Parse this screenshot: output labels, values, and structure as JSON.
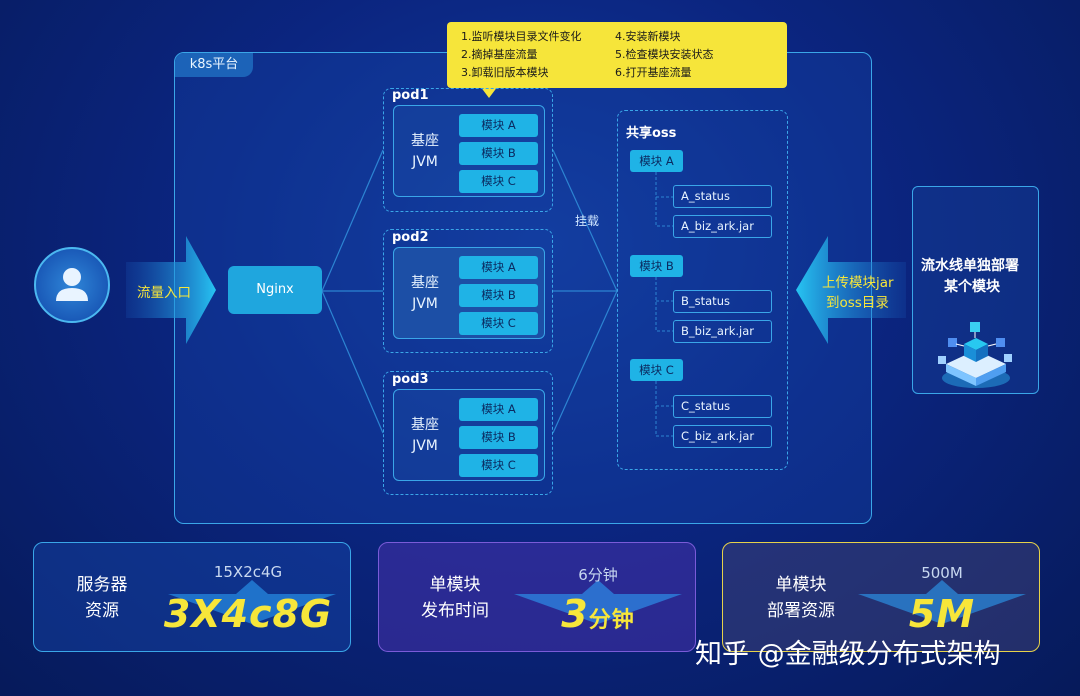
{
  "platform": {
    "label": "k8s平台"
  },
  "callout": {
    "left": [
      "1.监听模块目录文件变化",
      "2.摘掉基座流量",
      "3.卸载旧版本模块"
    ],
    "right": [
      "4.安装新模块",
      "5.检查模块安装状态",
      "6.打开基座流量"
    ]
  },
  "entry": {
    "label": "流量入口"
  },
  "nginx": {
    "label": "Nginx"
  },
  "pods": [
    {
      "title": "pod1",
      "base": [
        "基座",
        "JVM"
      ],
      "modules": [
        "模块 A",
        "模块 B",
        "模块 C"
      ]
    },
    {
      "title": "pod2",
      "base": [
        "基座",
        "JVM"
      ],
      "modules": [
        "模块 A",
        "模块 B",
        "模块 C"
      ]
    },
    {
      "title": "pod3",
      "base": [
        "基座",
        "JVM"
      ],
      "modules": [
        "模块 A",
        "模块 B",
        "模块 C"
      ]
    }
  ],
  "mount_label": "挂载",
  "oss": {
    "title": "共享oss",
    "groups": [
      {
        "module": "模块 A",
        "files": [
          "A_status",
          "A_biz_ark.jar"
        ]
      },
      {
        "module": "模块 B",
        "files": [
          "B_status",
          "B_biz_ark.jar"
        ]
      },
      {
        "module": "模块 C",
        "files": [
          "C_status",
          "C_biz_ark.jar"
        ]
      }
    ]
  },
  "upload": {
    "line1": "上传模块jar",
    "line2": "到oss目录"
  },
  "deploy": {
    "line1": "流水线单独部署",
    "line2": "某个模块"
  },
  "cards": [
    {
      "label1": "服务器",
      "label2": "资源",
      "old": "15X2c4G",
      "new": "3X4c8G",
      "new_unit": ""
    },
    {
      "label1": "单模块",
      "label2": "发布时间",
      "old": "6分钟",
      "new": "3",
      "new_unit": "分钟"
    },
    {
      "label1": "单模块",
      "label2": "部署资源",
      "old": "500M",
      "new": "5M",
      "new_unit": ""
    }
  ],
  "watermark": "知乎 @金融级分布式架构",
  "colors": {
    "accent": "#1fb3e6",
    "highlight": "#f6e53a",
    "frame": "#3aa6e8"
  }
}
